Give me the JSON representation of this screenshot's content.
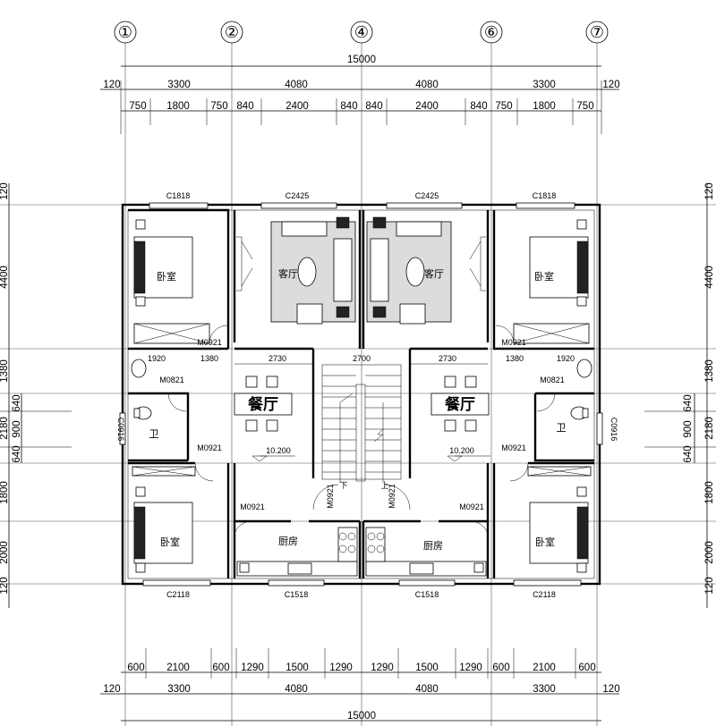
{
  "axes": {
    "top": [
      {
        "id": "1",
        "label": "①"
      },
      {
        "id": "2",
        "label": "②"
      },
      {
        "id": "4",
        "label": "④"
      },
      {
        "id": "6",
        "label": "⑥"
      },
      {
        "id": "7",
        "label": "⑦"
      }
    ]
  },
  "dims_top": {
    "total": "15000",
    "row1": [
      "120",
      "3300",
      "4080",
      "4080",
      "3300",
      "120"
    ],
    "row2": [
      "750",
      "1800",
      "750",
      "840",
      "2400",
      "840",
      "840",
      "2400",
      "840",
      "750",
      "1800",
      "750"
    ]
  },
  "dims_bottom": {
    "row1": [
      "600",
      "2100",
      "600",
      "1290",
      "1500",
      "1290",
      "1290",
      "1500",
      "1290",
      "600",
      "2100",
      "600"
    ],
    "row2": [
      "120",
      "3300",
      "4080",
      "4080",
      "3300",
      "120"
    ],
    "total": "15000"
  },
  "dims_left": {
    "outer": [
      "120",
      "4400",
      "1380",
      "2180",
      "1800",
      "2000",
      "120"
    ],
    "inner": [
      "640",
      "900",
      "640"
    ],
    "left_extra": "120"
  },
  "dims_right": {
    "outer": [
      "120",
      "4400",
      "1380",
      "2180",
      "1800",
      "2000",
      "120"
    ],
    "inner": [
      "640",
      "900",
      "640"
    ]
  },
  "windows": {
    "top": [
      "C1818",
      "C2425",
      "C2425",
      "C1818"
    ],
    "bottom": [
      "C2118",
      "C1518",
      "C1518",
      "C2118"
    ],
    "side": [
      "C0916",
      "C0916"
    ]
  },
  "doors": {
    "bed_left": "M0921",
    "bed_right": "M0921",
    "bath_left": "M0821",
    "bath_right": "M0821",
    "bath_left_lower": "M0921",
    "bath_right_lower": "M0921",
    "kitchen_left": "M0921",
    "kitchen_right": "M0921",
    "stair_left": "M0921",
    "stair_right": "M0921"
  },
  "internal_dims": [
    "1920",
    "1380",
    "2730",
    "2700",
    "2730",
    "1380",
    "1920"
  ],
  "elevation": [
    "10.200",
    "10.200"
  ],
  "rooms": {
    "living": "客厅",
    "bedroom": "卧室",
    "dining": "餐厅",
    "kitchen": "厨房",
    "bath": "卫",
    "stair_down": "下",
    "stair_up": "上"
  }
}
